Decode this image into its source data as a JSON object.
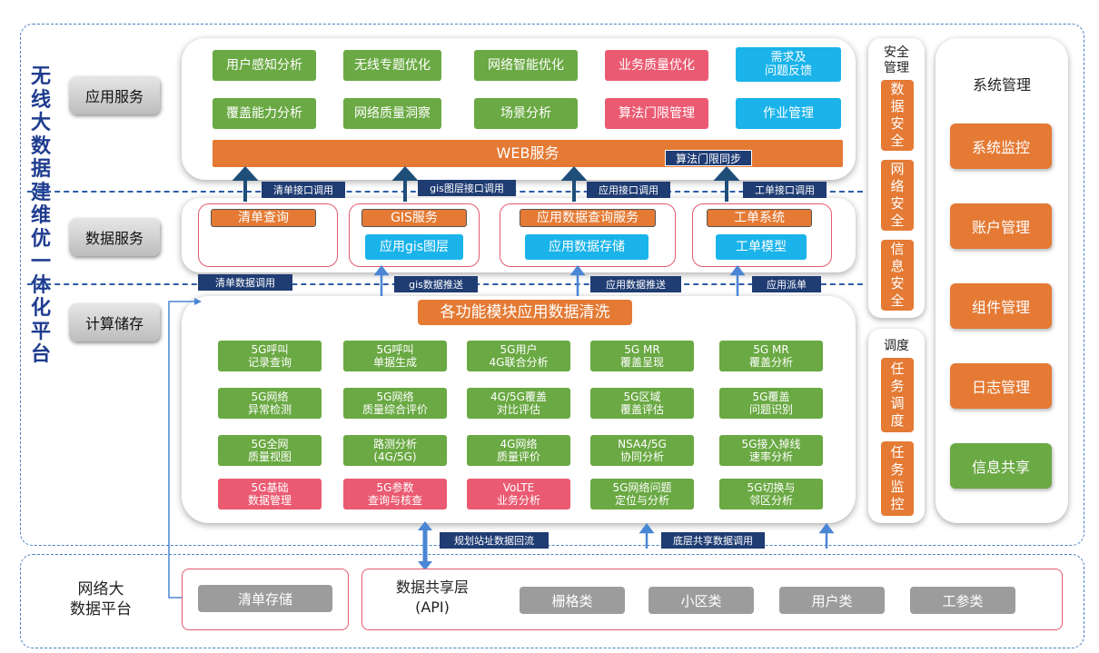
{
  "platform_title": "无线大数据建维优一体化平台",
  "layers": {
    "app": "应用服务",
    "data": "数据服务",
    "compute": "计算储存"
  },
  "app_modules": [
    {
      "label": "用户感知分析",
      "color": "green"
    },
    {
      "label": "无线专题优化",
      "color": "green"
    },
    {
      "label": "网络智能优化",
      "color": "green"
    },
    {
      "label": "业务质量优化",
      "color": "pink"
    },
    {
      "label": "需求及\n问题反馈",
      "color": "cyan"
    },
    {
      "label": "覆盖能力分析",
      "color": "green"
    },
    {
      "label": "网络质量洞察",
      "color": "green"
    },
    {
      "label": "场景分析",
      "color": "green"
    },
    {
      "label": "算法门限管理",
      "color": "pink"
    },
    {
      "label": "作业管理",
      "color": "cyan"
    }
  ],
  "web_service": "WEB服务",
  "algo_sync": "算法门限同步",
  "api_labels": [
    "清单接口调用",
    "gis图层接口调用",
    "应用接口调用",
    "工单接口调用"
  ],
  "data_services": [
    {
      "title": "清单查询",
      "sub": ""
    },
    {
      "title": "GIS服务",
      "sub": "应用gis图层"
    },
    {
      "title": "应用数据查询服务",
      "sub": "应用数据存储"
    },
    {
      "title": "工单系统",
      "sub": "工单模型"
    }
  ],
  "push_labels": [
    "清单数据调用",
    "gis数据推送",
    "应用数据推送",
    "应用派单"
  ],
  "cleaning_title": "各功能模块应用数据清洗",
  "compute_modules": [
    {
      "label": "5G呼叫\n记录查询",
      "color": "green"
    },
    {
      "label": "5G呼叫\n单据生成",
      "color": "green"
    },
    {
      "label": "5G用户\n4G联合分析",
      "color": "green"
    },
    {
      "label": "5G MR\n覆盖呈现",
      "color": "green"
    },
    {
      "label": "5G MR\n覆盖分析",
      "color": "green"
    },
    {
      "label": "5G网络\n异常检测",
      "color": "green"
    },
    {
      "label": "5G网络\n质量综合评价",
      "color": "green"
    },
    {
      "label": "4G/5G覆盖\n对比评估",
      "color": "green"
    },
    {
      "label": "5G区域\n覆盖评估",
      "color": "green"
    },
    {
      "label": "5G覆盖\n问题识别",
      "color": "green"
    },
    {
      "label": "5G全网\n质量视图",
      "color": "green"
    },
    {
      "label": "路测分析\n(4G/5G)",
      "color": "green"
    },
    {
      "label": "4G网络\n质量评价",
      "color": "green"
    },
    {
      "label": "NSA4/5G\n协同分析",
      "color": "green"
    },
    {
      "label": "5G接入掉线\n速率分析",
      "color": "green"
    },
    {
      "label": "5G基础\n数据管理",
      "color": "pink"
    },
    {
      "label": "5G参数\n查询与核查",
      "color": "pink"
    },
    {
      "label": "VoLTE\n业务分析",
      "color": "pink"
    },
    {
      "label": "5G网络问题\n定位与分析",
      "color": "green"
    },
    {
      "label": "5G切换与\n邻区分析",
      "color": "green"
    }
  ],
  "bottom_labels": [
    "规划站址数据回流",
    "底层共享数据调用"
  ],
  "security": {
    "title": "安全\n管理",
    "items": [
      "数据安全",
      "网络安全",
      "信息安全"
    ]
  },
  "scheduling": {
    "title": "调度",
    "items": [
      "任务调度",
      "任务监控"
    ]
  },
  "sysmgmt": {
    "title": "系统管理",
    "items": [
      {
        "label": "系统监控",
        "color": "orange"
      },
      {
        "label": "账户管理",
        "color": "orange"
      },
      {
        "label": "组件管理",
        "color": "orange"
      },
      {
        "label": "日志管理",
        "color": "orange"
      },
      {
        "label": "信息共享",
        "color": "green"
      }
    ]
  },
  "bigdata": {
    "title": "网络大\n数据平台",
    "list_storage": "清单存储",
    "share_layer": "数据共享层\n(API)",
    "items": [
      "栅格类",
      "小区类",
      "用户类",
      "工参类"
    ]
  }
}
